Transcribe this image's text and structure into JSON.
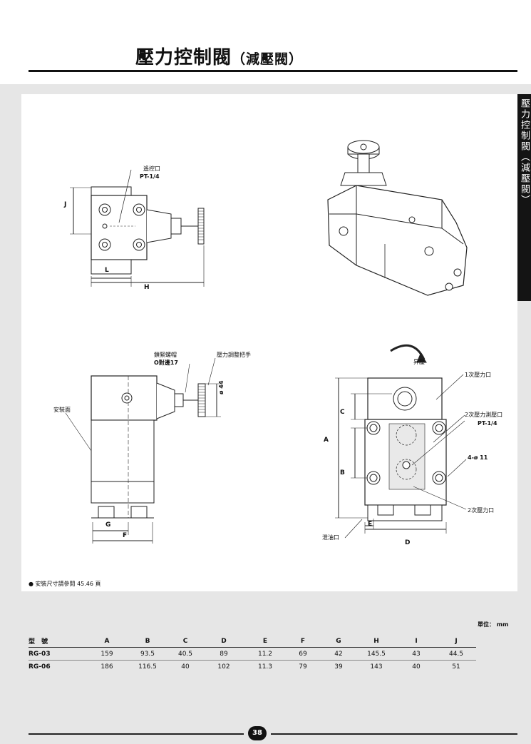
{
  "header": {
    "title": "壓力控制閥",
    "subtitle": "（減壓閥）"
  },
  "side_tab": {
    "text": "壓力控制閥（減壓閥）"
  },
  "drawing_labels": {
    "remote_port": "遙控口",
    "remote_port_size": "PT-1/4",
    "lock_nut": "鎖緊螺帽",
    "lock_nut_size": "O對邊17",
    "adjust_knob": "壓力調整把手",
    "mount_face": "安裝面",
    "knob_dia": "ø 44",
    "rise": "昇壓",
    "primary_port": "1次壓力口",
    "secondary_gauge_port": "2次壓力測壓口",
    "secondary_gauge_size": "PT-1/4",
    "bolt_holes": "4-ø 11",
    "secondary_port": "2次壓力口",
    "drain_port": "泄油口"
  },
  "dims": {
    "J": "J",
    "L": "L",
    "H": "H",
    "G": "G",
    "F": "F",
    "A": "A",
    "B": "B",
    "C": "C",
    "D": "D",
    "E": "E"
  },
  "note": "● 安裝尺寸請參閱 45.46 頁",
  "unit": "單位： mm",
  "table": {
    "headers": [
      "型　號",
      "A",
      "B",
      "C",
      "D",
      "E",
      "F",
      "G",
      "H",
      "I",
      "J"
    ],
    "rows": [
      [
        "RG-03",
        "159",
        "93.5",
        "40.5",
        "89",
        "11.2",
        "69",
        "42",
        "145.5",
        "43",
        "44.5"
      ],
      [
        "RG-06",
        "186",
        "116.5",
        "40",
        "102",
        "11.3",
        "79",
        "39",
        "143",
        "40",
        "51"
      ]
    ]
  },
  "footer": {
    "page": "38"
  }
}
